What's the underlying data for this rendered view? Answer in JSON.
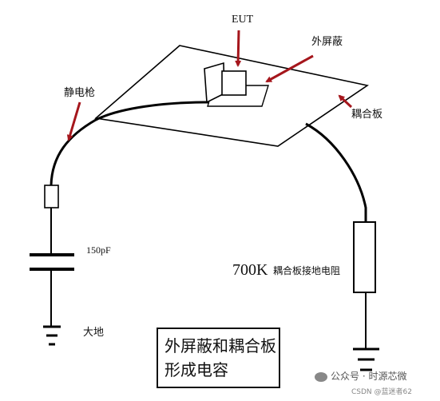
{
  "labels": {
    "eut": "EUT",
    "outer_shield": "外屏蔽",
    "esd_gun": "静电枪",
    "coupling_plane": "耦合板",
    "capacitance": "150pF",
    "ground": "大地",
    "resistor_value": "700K",
    "resistor_desc": "耦合板接地电阻"
  },
  "caption": {
    "line1": "外屏蔽和耦合板",
    "line2": "形成电容"
  },
  "watermark": {
    "text": "公众号 · 时源芯微",
    "csdn": "CSDN @蓝迷者62"
  },
  "colors": {
    "arrow": "#a5161c",
    "line": "#000000"
  }
}
